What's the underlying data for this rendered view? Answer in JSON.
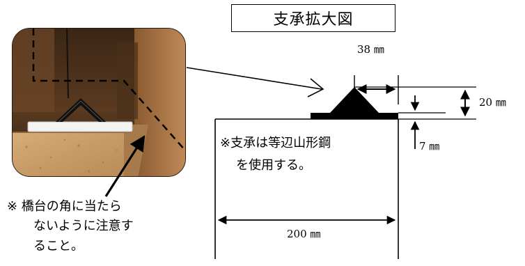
{
  "diagram": {
    "title": "支承拡大図",
    "dimensions": {
      "width_38": "38 ㎜",
      "height_20": "20 ㎜",
      "thickness_7": "7 ㎜",
      "width_200": "200 ㎜"
    },
    "note_angle_steel": {
      "line1": "※支承は等辺山形鋼",
      "line2": "を使用する。"
    },
    "note_abutment": {
      "line1": "※ 橋台の角に当たら",
      "line2": "ないように注意す",
      "line3": "ること。"
    }
  },
  "colors": {
    "ink": "#000000",
    "wood": "#c79a67",
    "dark_background": "#2a1b10",
    "rubber_pad": "#f3f3f3"
  }
}
